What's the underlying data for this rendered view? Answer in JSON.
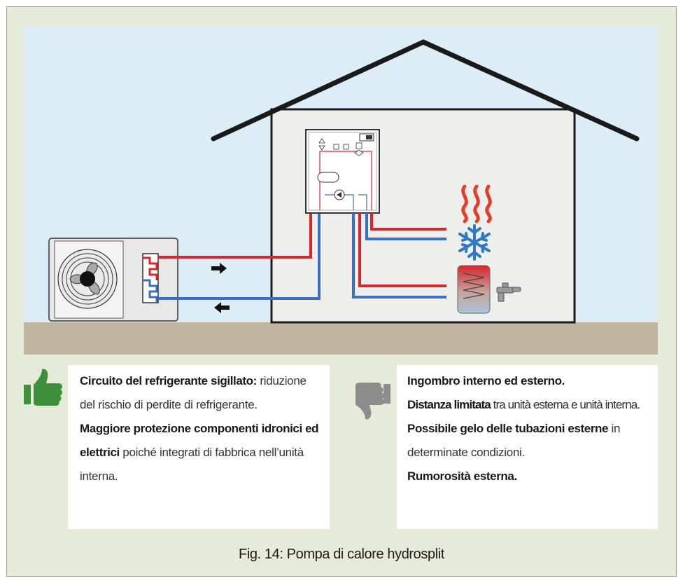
{
  "figure": {
    "caption": "Fig. 14: Pompa di calore hydrosplit"
  },
  "colors": {
    "sky": "#dcedf7",
    "ground": "#c1b7a1",
    "frame_bg": "#e6ebd9",
    "pipe_hot": "#d9262b",
    "pipe_cold": "#3a6fc4",
    "thumb_up": "#3d8f3c",
    "thumb_down": "#8c8c8c"
  },
  "pros": {
    "icon": "thumbs-up-icon",
    "items": [
      {
        "lead": "Circuito del refrigerante sigillato:",
        "rest": " riduzione del rischio di perdite di refrigerante."
      },
      {
        "lead": "Maggiore protezione componenti idronici ed elettrici",
        "rest": " poiché integrati di fabbrica nell’unità interna."
      }
    ]
  },
  "cons": {
    "icon": "thumbs-down-icon",
    "items": [
      {
        "lead": "Ingombro interno ed esterno.",
        "rest": ""
      },
      {
        "lead": "Distanza limitata",
        "rest": " tra unità esterna e unità interna."
      },
      {
        "lead": "Possibile gelo delle tubazioni esterne",
        "rest": " in determinate condizioni."
      },
      {
        "lead": "Rumorosità esterna.",
        "rest": ""
      }
    ]
  },
  "diagram_icons": [
    "fan-icon",
    "heat-waves-icon",
    "snowflake-icon",
    "water-tank-icon",
    "faucet-icon",
    "pump-icon",
    "expansion-vessel-icon",
    "flow-arrow-icon"
  ]
}
